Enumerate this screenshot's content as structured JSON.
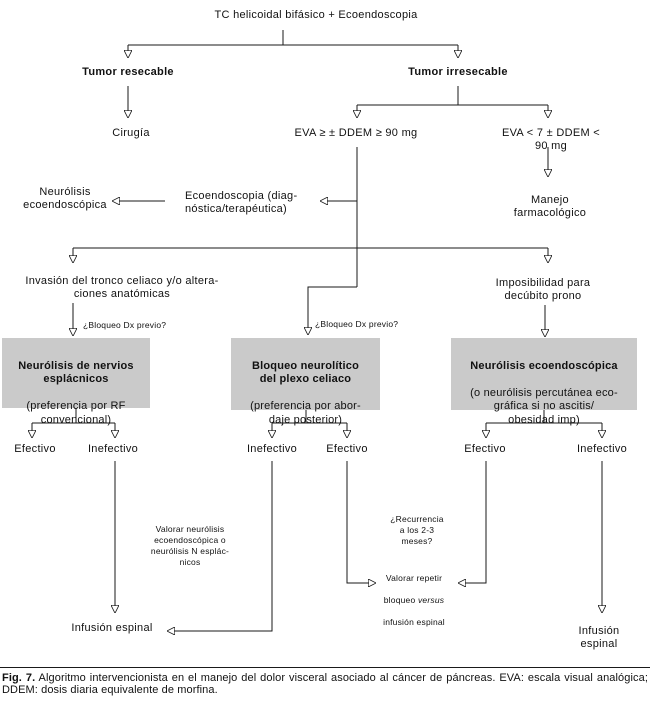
{
  "figure": {
    "title": "TC helicoidal bifásico + Ecoendoscopia",
    "nodes": {
      "tumor_resecable": "Tumor resecable",
      "tumor_irresecable": "Tumor irresecable",
      "cirugia": "Cirugía",
      "eva_alta": "EVA ≥ ± DDEM ≥ 90 mg",
      "eva_baja": "EVA < 7 ± DDEM < 90 mg",
      "manejo_farmacologico": "Manejo farmacológico",
      "neurolisis_ecoendoscopica": "Neurólisis\necoendoscópica",
      "ecoendoscopia": "Ecoendoscopia (diag-\nnóstica/terapéutica)",
      "invasion_tronco": "Invasión del tronco celiaco y/o altera-\nciones anatómicas",
      "imposibilidad_decubito": "Imposibilidad para\ndecúbito prono",
      "bloqueo_dx_previo": "¿Bloqueo Dx previo?",
      "box_esplacnicos": {
        "title": "Neurólisis de nervios\nesplácnicos",
        "subtitle": "(preferencia por RF\nconvencional)"
      },
      "box_plexo_celiaco": {
        "title": "Bloqueo neurolítico\ndel plexo celiaco",
        "subtitle": "(preferencia por abor-\ndaje posterior)"
      },
      "box_ecoendoscopica": {
        "title": "Neurólisis ecoendoscópica",
        "subtitle": "(o neurólisis percutánea eco-\ngráfica si no ascitis/\nobesidad imp)"
      },
      "valorar_neurolisis": "Valorar neurólisis\necoendoscópica o\nneurólisis N esplác-\nnicos",
      "recurrencia": "¿Recurrencia\na los 2-3\nmeses?",
      "valorar_repetir_l1": "Valorar repetir",
      "valorar_repetir_l2a": "bloqueo",
      "valorar_repetir_l2b": "versus",
      "valorar_repetir_l3": "infusión espinal",
      "infusion_espinal": "Infusión espinal"
    },
    "outcomes": {
      "efectivo": "Efectivo",
      "inefectivo": "Inefectivo"
    }
  },
  "caption": {
    "label": "Fig. 7.",
    "text": "Algoritmo intervencionista en el manejo del dolor visceral asociado al cáncer de páncreas. EVA: escala visual analógica; DDEM: dosis diaria equivalente de morfina."
  },
  "colors": {
    "line": "#1a1a1a",
    "text": "#111111",
    "box_fill": "#cacaca",
    "background": "#ffffff"
  }
}
